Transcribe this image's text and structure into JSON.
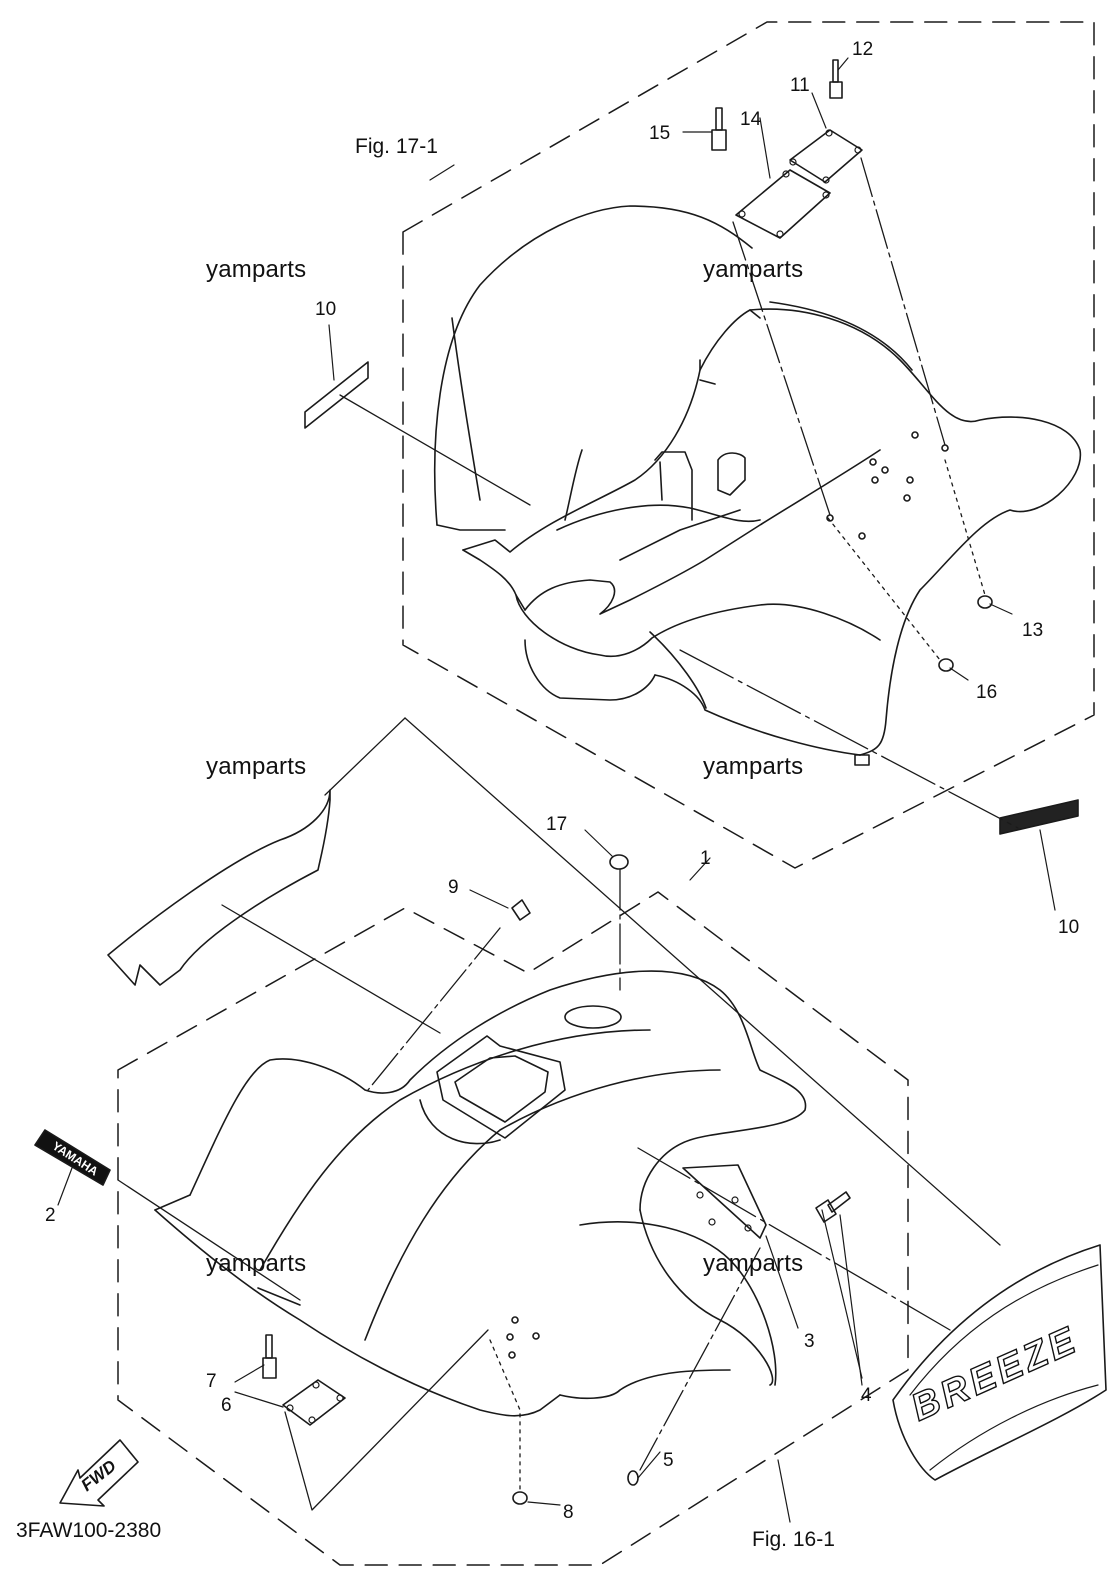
{
  "figure_captions": {
    "top": "Fig. 17-1",
    "bottom": "Fig. 16-1"
  },
  "diagram_code": "3FAW100-2380",
  "watermark": "yamparts",
  "callouts": [
    "1",
    "2",
    "3",
    "4",
    "5",
    "6",
    "7",
    "8",
    "9",
    "10",
    "10",
    "11",
    "12",
    "13",
    "14",
    "15",
    "16",
    "17"
  ],
  "decals": {
    "yamaha": "YAMAHA",
    "breeze": "BREEZE",
    "fwd": "FWD"
  }
}
